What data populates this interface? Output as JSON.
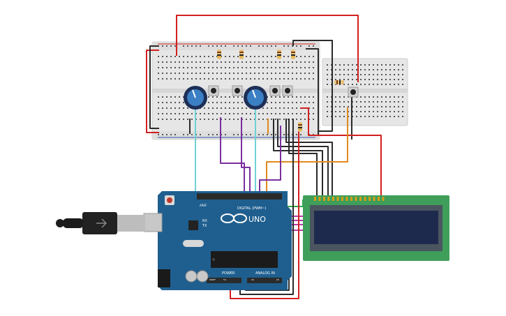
{
  "arduino": {
    "digital_label": "DIGITAL (PWM~)",
    "brand_label": "UNO",
    "power_label": "POWER",
    "analog_label": "ANALOG IN",
    "tx_label": "TX",
    "rx_label": "RX",
    "aref_label": "AREF",
    "gnd_label": "GND",
    "reset_label": "RESET",
    "ioref_label": "IOREF",
    "v33_label": "3.3V",
    "v5_label": "5V",
    "vin_label": "Vin",
    "a0_label": "A0",
    "a1_label": "A1",
    "a2_label": "A2",
    "a3_label": "A3",
    "a4_label": "A4",
    "a5_label": "A5"
  },
  "colors": {
    "wire_red": "#d22020",
    "wire_black": "#2a2a2a",
    "wire_purple": "#7a2f9e",
    "wire_cyan": "#6fd1d6",
    "wire_orange": "#e08a1e",
    "wire_green": "#2fa84a",
    "wire_magenta": "#b43ea3",
    "arduino_blue": "#1f5f8f",
    "lcd_green": "#3f9e5a",
    "lcd_screen": "#1e2a4d",
    "breadboard": "#e4e4e4"
  },
  "icons": {
    "usb": "usb-cable-icon",
    "potentiometer": "potentiometer-icon",
    "pushbutton": "pushbutton-icon",
    "resistor": "resistor-icon",
    "chip": "atmega-chip-icon",
    "logo": "arduino-infinity-logo-icon"
  }
}
